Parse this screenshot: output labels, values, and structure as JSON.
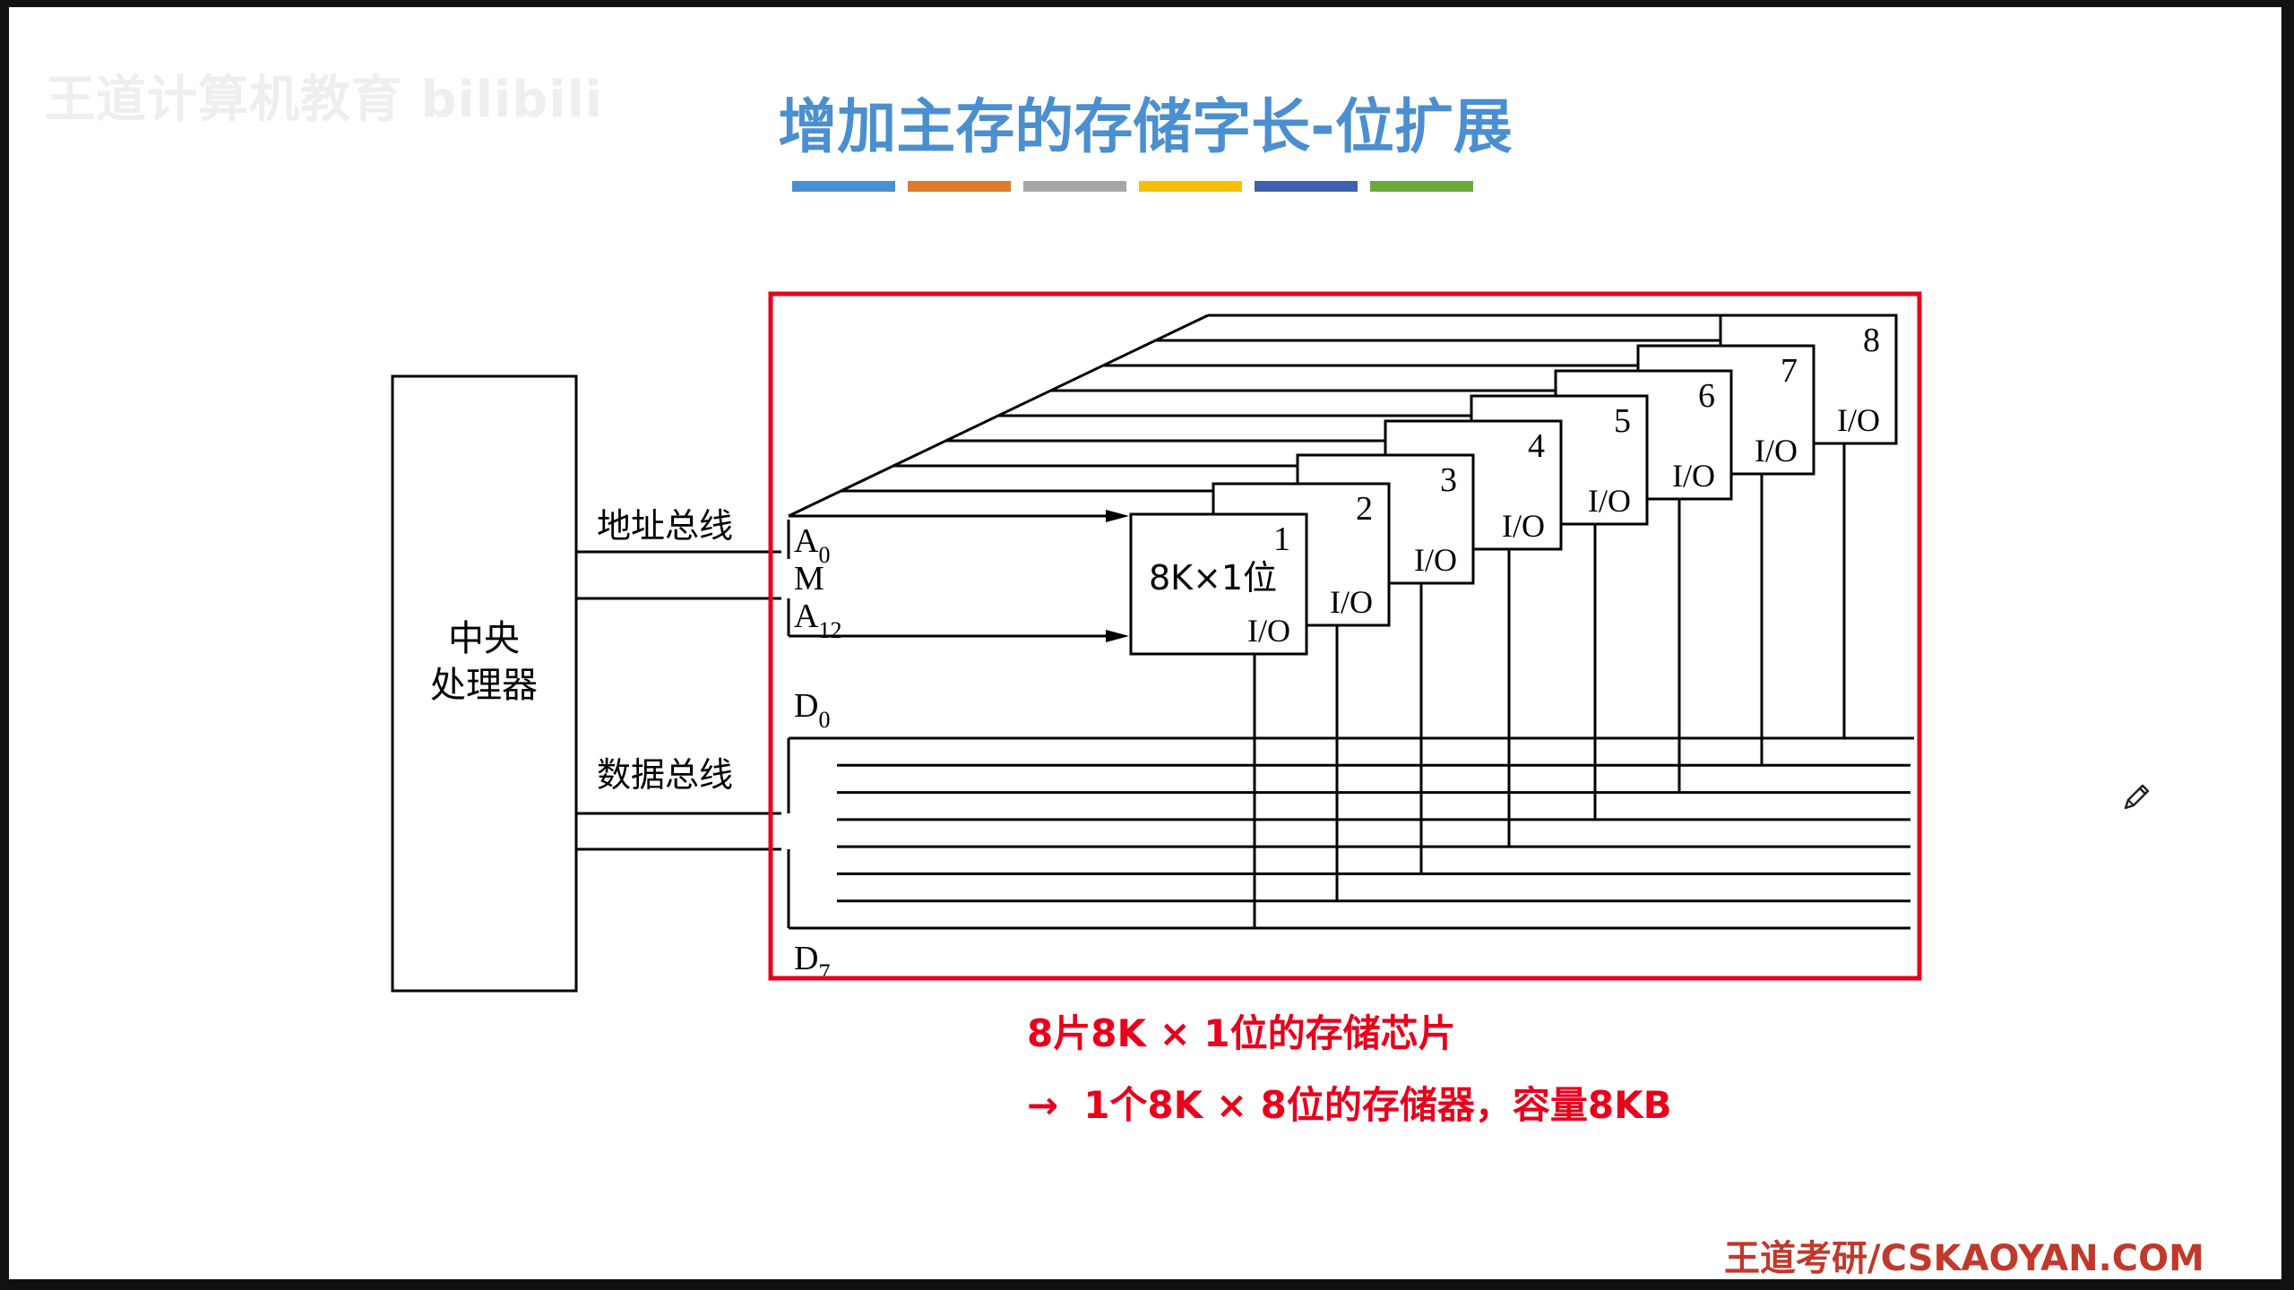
{
  "watermark": "王道计算机教育 bilibili",
  "title": "增加主存的存储字长-位扩展",
  "color_bar": [
    "#4a8fd0",
    "#e07a2d",
    "#a6a6a6",
    "#f5c000",
    "#3f5faf",
    "#6aaa3c"
  ],
  "diagram": {
    "cpu_line1": "中央",
    "cpu_line2": "处理器",
    "address_bus": "地址总线",
    "data_bus": "数据总线",
    "a0": "A",
    "a0_sub": "0",
    "m": "M",
    "a12": "A",
    "a12_sub": "12",
    "d0": "D",
    "d0_sub": "0",
    "d7": "D",
    "d7_sub": "7",
    "chip_spec": "8K×1位",
    "io": "I/O",
    "chips": [
      "1",
      "2",
      "3",
      "4",
      "5",
      "6",
      "7",
      "8"
    ]
  },
  "caption": {
    "line1": "8片8K × 1位的存储芯片",
    "arrow": "→",
    "line2": "1个8K × 8位的存储器，容量8KB"
  },
  "footer": "王道考研/CSKAOYAN.COM",
  "colors": {
    "title": "#4a8fd0",
    "highlight": "#e8001c",
    "footer": "#c0392b"
  },
  "icons": [
    "pencil-cursor-icon"
  ]
}
